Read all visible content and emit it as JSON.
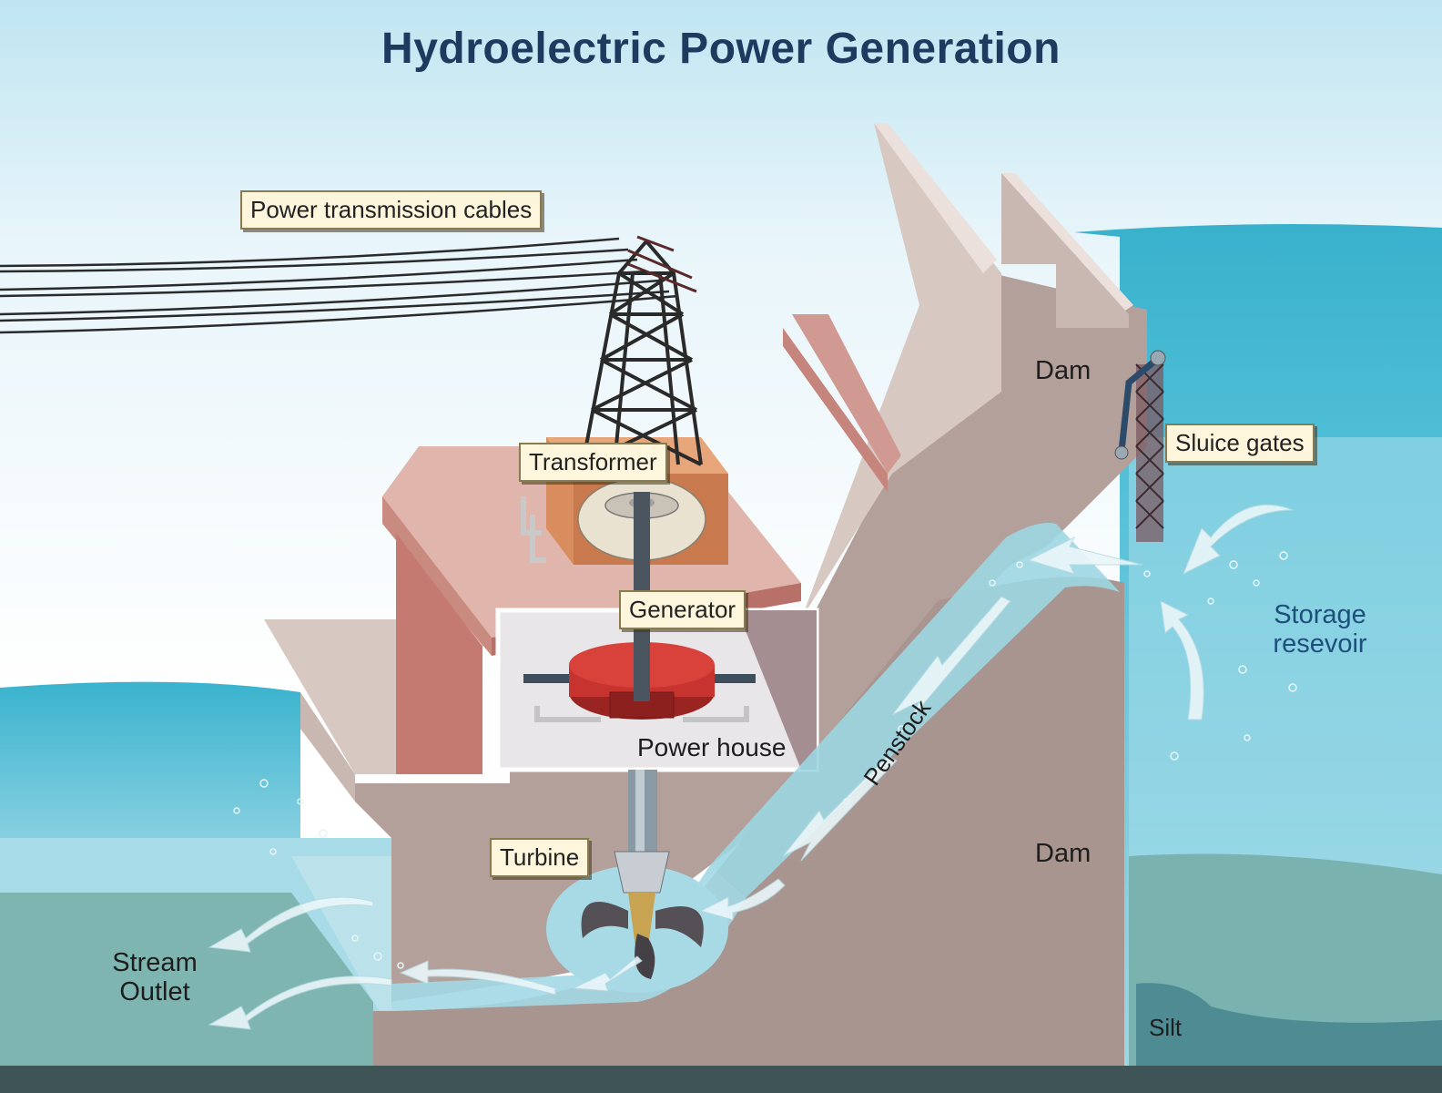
{
  "title": "Hydroelectric Power Generation",
  "labels": {
    "power_cables": "Power transmission cables",
    "transformer": "Transformer",
    "generator": "Generator",
    "power_house": "Power house",
    "turbine": "Turbine",
    "penstock": "Penstock",
    "dam_upper": "Dam",
    "dam_lower": "Dam",
    "sluice_gates": "Sluice gates",
    "storage_line1": "Storage",
    "storage_line2": "resevoir",
    "stream_line1": "Stream",
    "stream_line2": "Outlet",
    "silt": "Silt"
  },
  "colors": {
    "title": "#1f3a5f",
    "water_surface": "#3fb3cc",
    "water_deep": "#7bb3b0",
    "dam_concrete": "#b09c98",
    "roof": "#c98a80",
    "generator_red": "#c0302e",
    "callout_bg": "#fdf6dc"
  }
}
